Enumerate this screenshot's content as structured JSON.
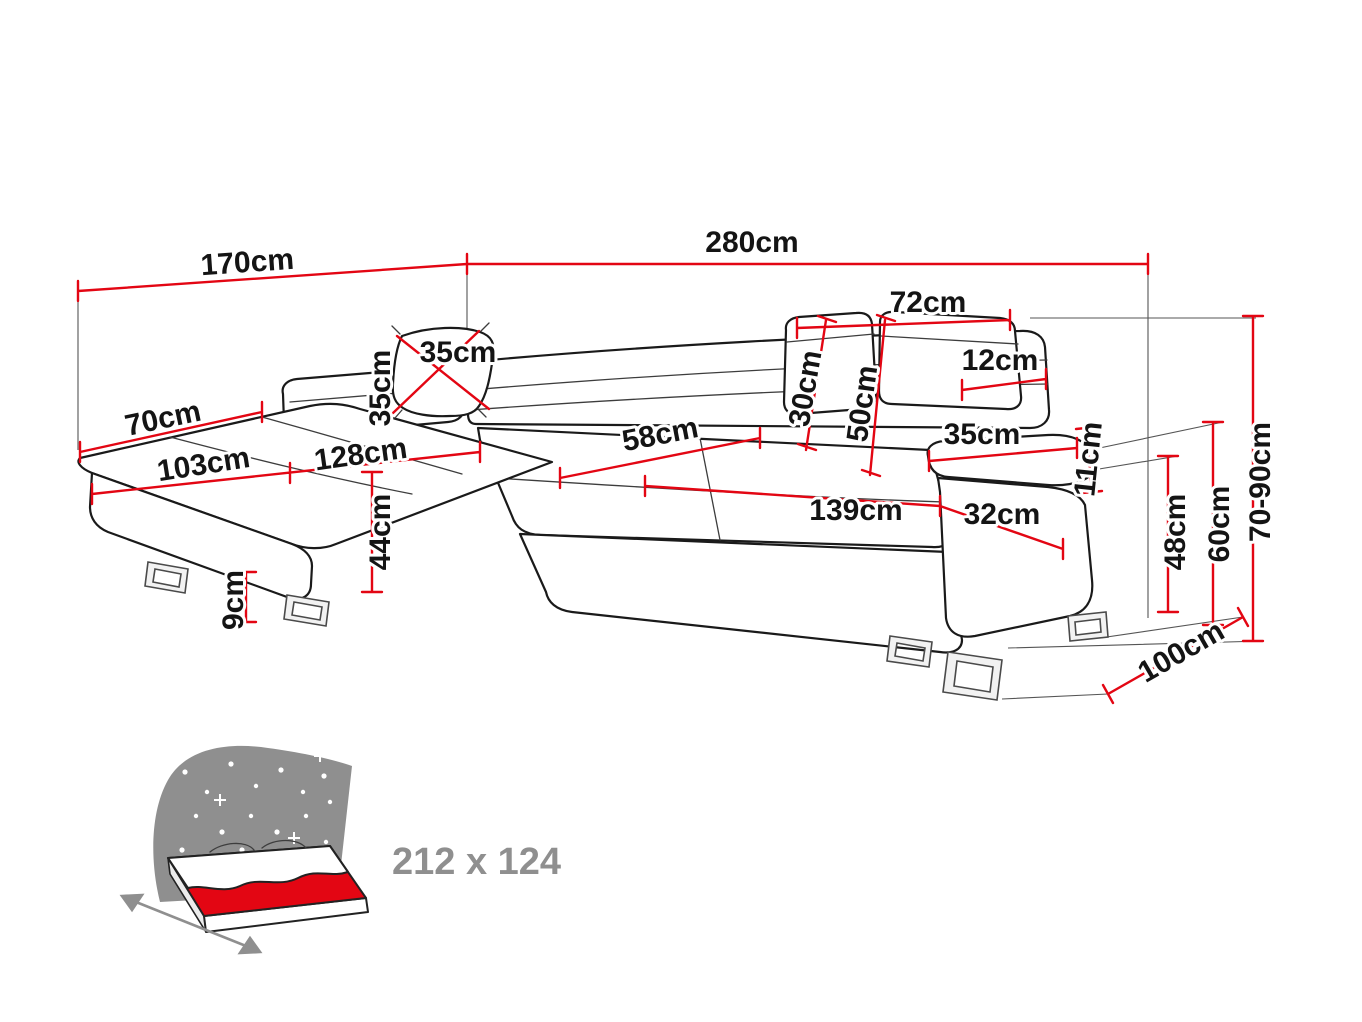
{
  "colors": {
    "dim": "#e30613",
    "ink": "#1a1a1a",
    "muted": "#8f8f8f"
  },
  "diagram_type": "corner-sofa-dimensions",
  "unit": "cm",
  "dimensions": {
    "total_depth_left": "170cm",
    "total_width": "280cm",
    "headrest_span": "72cm",
    "headrest_tilt_depth": "12cm",
    "pillow_width": "35cm",
    "pillow_height": "35cm",
    "chaise_end_width": "70cm",
    "chaise_seat_length": "103cm",
    "chaise_total_length": "128cm",
    "seat_depth": "58cm",
    "headrest_height": "30cm",
    "backrest_height": "50cm",
    "armrest_top_length": "35cm",
    "armrest_thickness": "11cm",
    "seat_height": "44cm",
    "leg_height": "9cm",
    "seat_width_right": "139cm",
    "armrest_depth": "32cm",
    "armrest_floor_height": "48cm",
    "side_height": "60cm",
    "total_height_range": "70-90cm",
    "side_depth": "100cm"
  },
  "sleeping_area": {
    "size": "212 x 124"
  }
}
